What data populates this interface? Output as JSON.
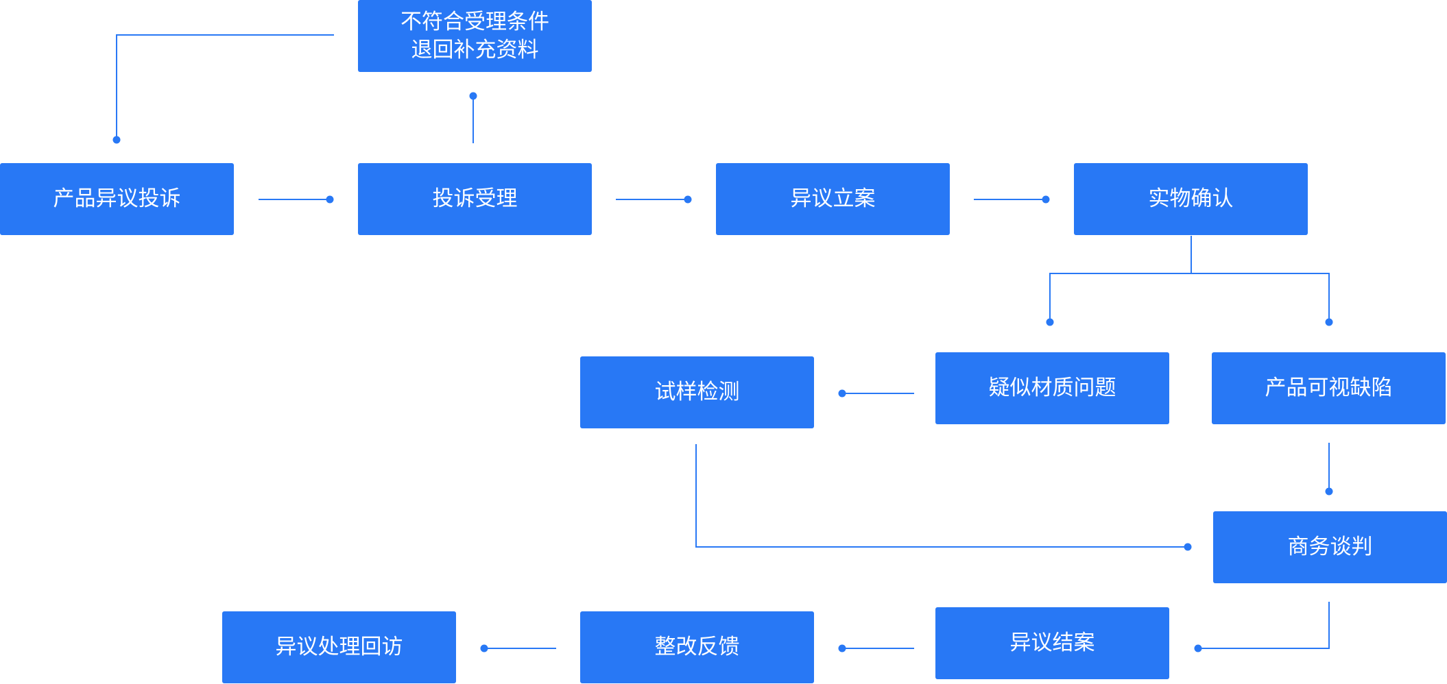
{
  "diagram": {
    "nodes": {
      "complaint": "产品异议投诉",
      "accept": "投诉受理",
      "reject_line1": "不符合受理条件",
      "reject_line2": "退回补充资料",
      "register": "异议立案",
      "verify": "实物确认",
      "material": "疑似材质问题",
      "visual": "产品可视缺陷",
      "sample_test": "试样检测",
      "negotiate": "商务谈判",
      "close": "异议结案",
      "rectify": "整改反馈",
      "revisit": "异议处理回访"
    },
    "colors": {
      "node_fill": "#2878f5",
      "node_text": "#ffffff",
      "connector": "#2878f5"
    }
  }
}
